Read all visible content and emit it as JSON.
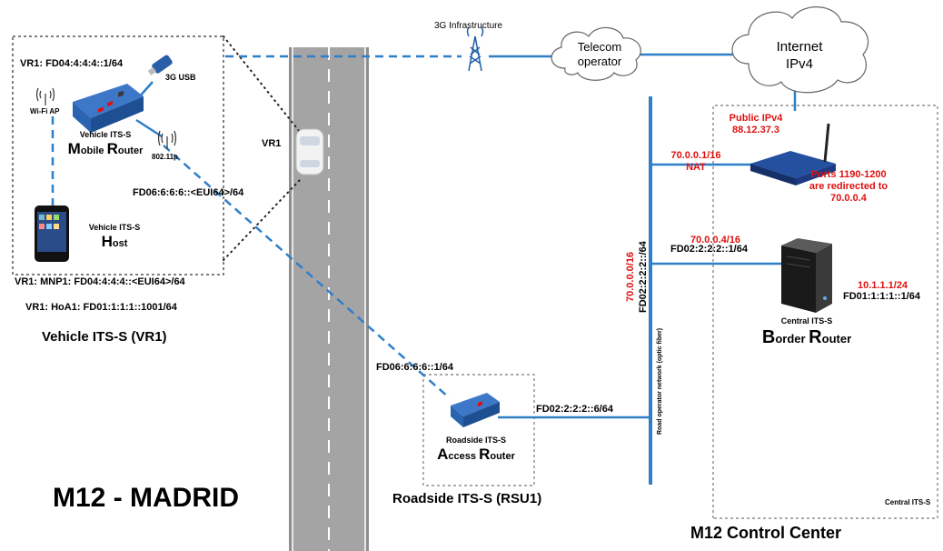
{
  "location": "M12 - MADRID",
  "control_center": "M12 Control Center",
  "infrastructure_3g": "3G Infrastructure",
  "telecom": {
    "line1": "Telecom",
    "line2": "operator"
  },
  "internet": {
    "line1": "Internet",
    "line2": "IPv4"
  },
  "vehicle": {
    "title": "Vehicle ITS-S (VR1)",
    "vr1_label": "VR1",
    "vr1_addr": "VR1:  FD04:4:4:4::1/64",
    "usb_label": "3G USB",
    "wifi_label": "Wi-Fi AP",
    "p80211_label": "802.11p",
    "router_caption": "Vehicle ITS-S",
    "router_role": {
      "m": "M",
      "mrest": "obile ",
      "r": "R",
      "rrest": "outer"
    },
    "host_caption": "Vehicle ITS-S",
    "host_role": {
      "h": "H",
      "hrest": "ost"
    },
    "egress_addr": "FD06:6:6:6::<EUI64>/64",
    "mnp": "VR1:  MNP1: FD04:4:4:4::<EUI64>/64",
    "hoa": "VR1:  HoA1: FD01:1:1:1::1001/64"
  },
  "roadside": {
    "title": "Roadside ITS-S (RSU1)",
    "ingress_addr": "FD06:6:6:6::1/64",
    "egress_addr": "FD02:2:2:2::6/64",
    "caption": "Roadside ITS-S",
    "role": {
      "a": "A",
      "arest": "ccess ",
      "r": "R",
      "rrest": "outer"
    }
  },
  "backbone": {
    "net_v4": "70.0.0.0/16",
    "net_v6": "FD02:2:2:2::/64",
    "label": "Road operator network (optic fiber)"
  },
  "nat_router": {
    "public_label": "Public IPv4",
    "public_ip": "88.12.37.3",
    "lan_ip": "70.0.0.1/16",
    "nat": "NAT",
    "ports_line1": "Ports  1190-1200",
    "ports_line2": "are redirected to",
    "ports_line3": "70.0.0.4"
  },
  "border_router": {
    "v4": "70.0.0.4/16",
    "v6": "FD02:2:2:2::1/64",
    "right_v4": "10.1.1.1/24",
    "right_v6": "FD01:1:1:1::1/64",
    "caption": "Central ITS-S",
    "role": {
      "b": "B",
      "brest": "order ",
      "r": "R",
      "rrest": "outer"
    }
  },
  "central_box_label": "Central ITS-S",
  "colors": {
    "link": "#2f7fc8",
    "red_text": "#e01010",
    "road": "#8c8c8c"
  }
}
